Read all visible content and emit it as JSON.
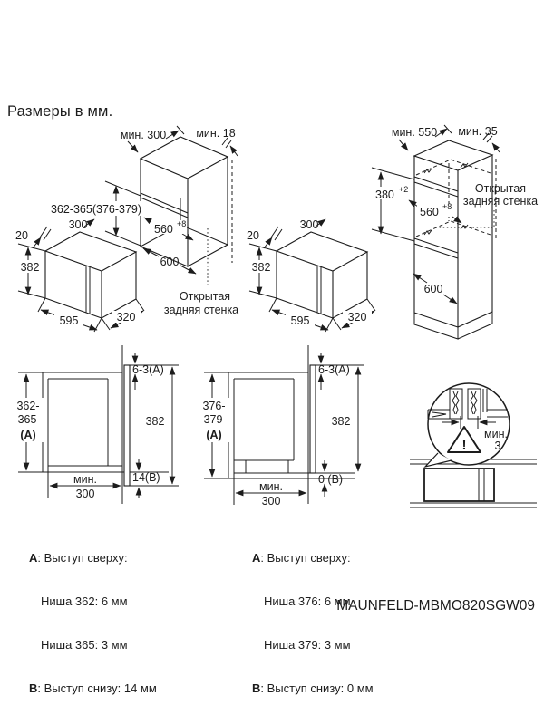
{
  "title": "Размеры в мм.",
  "model": "MAUNFELD-MBMO820SGW09",
  "wall_cabinet": {
    "min_top_clearance": "мин. 300",
    "min_back_gap": "мин. 18",
    "niche_height_range": "362-365(376-379)",
    "niche_width": "560",
    "niche_width_tol": "+8",
    "cabinet_width": "600",
    "open_back_line1": "Открытая",
    "open_back_line2": "задняя стенка"
  },
  "tall_cabinet": {
    "min_depth": "мин. 550",
    "min_back_gap": "мин. 35",
    "niche_height": "380",
    "niche_height_tol": "+2",
    "niche_width": "560",
    "niche_width_tol": "+8",
    "lower_compartment": "600",
    "open_back_line1": "Открытая",
    "open_back_line2": "задняя стенка"
  },
  "oven": {
    "top_clearance": "300",
    "back_gap": "20",
    "height": "382",
    "width": "595",
    "depth": "320"
  },
  "front_view_362": {
    "top_protrusion": "6-3(A)",
    "niche_line1": "362-",
    "niche_line2": "365",
    "niche_line3": "(A)",
    "door_height": "382",
    "bottom_protrusion": "14(B)",
    "min_depth_line1": "мин.",
    "min_depth_line2": "300"
  },
  "front_view_376": {
    "top_protrusion": "6-3(A)",
    "niche_line1": "376-",
    "niche_line2": "379",
    "niche_line3": "(A)",
    "door_height": "382",
    "bottom_protrusion": "0 (B)",
    "min_depth_line1": "мин.",
    "min_depth_line2": "300"
  },
  "detail": {
    "min_gap_line1": "мин.",
    "min_gap_line2": "3",
    "warning_mark": "!"
  },
  "notes_362": {
    "a_key": "A",
    "a_rest": ": Выступ сверху:",
    "row1": "Ниша 362: 6 мм",
    "row2": "Ниша 365: 3 мм",
    "b_key": "B",
    "b_rest": ": Выступ снизу: 14 мм"
  },
  "notes_376": {
    "a_key": "A",
    "a_rest": ": Выступ сверху:",
    "row1": "Ниша 376: 6 мм",
    "row2": "Ниша 379: 3 мм",
    "b_key": "B",
    "b_rest": ": Выступ снизу: 0 мм"
  }
}
